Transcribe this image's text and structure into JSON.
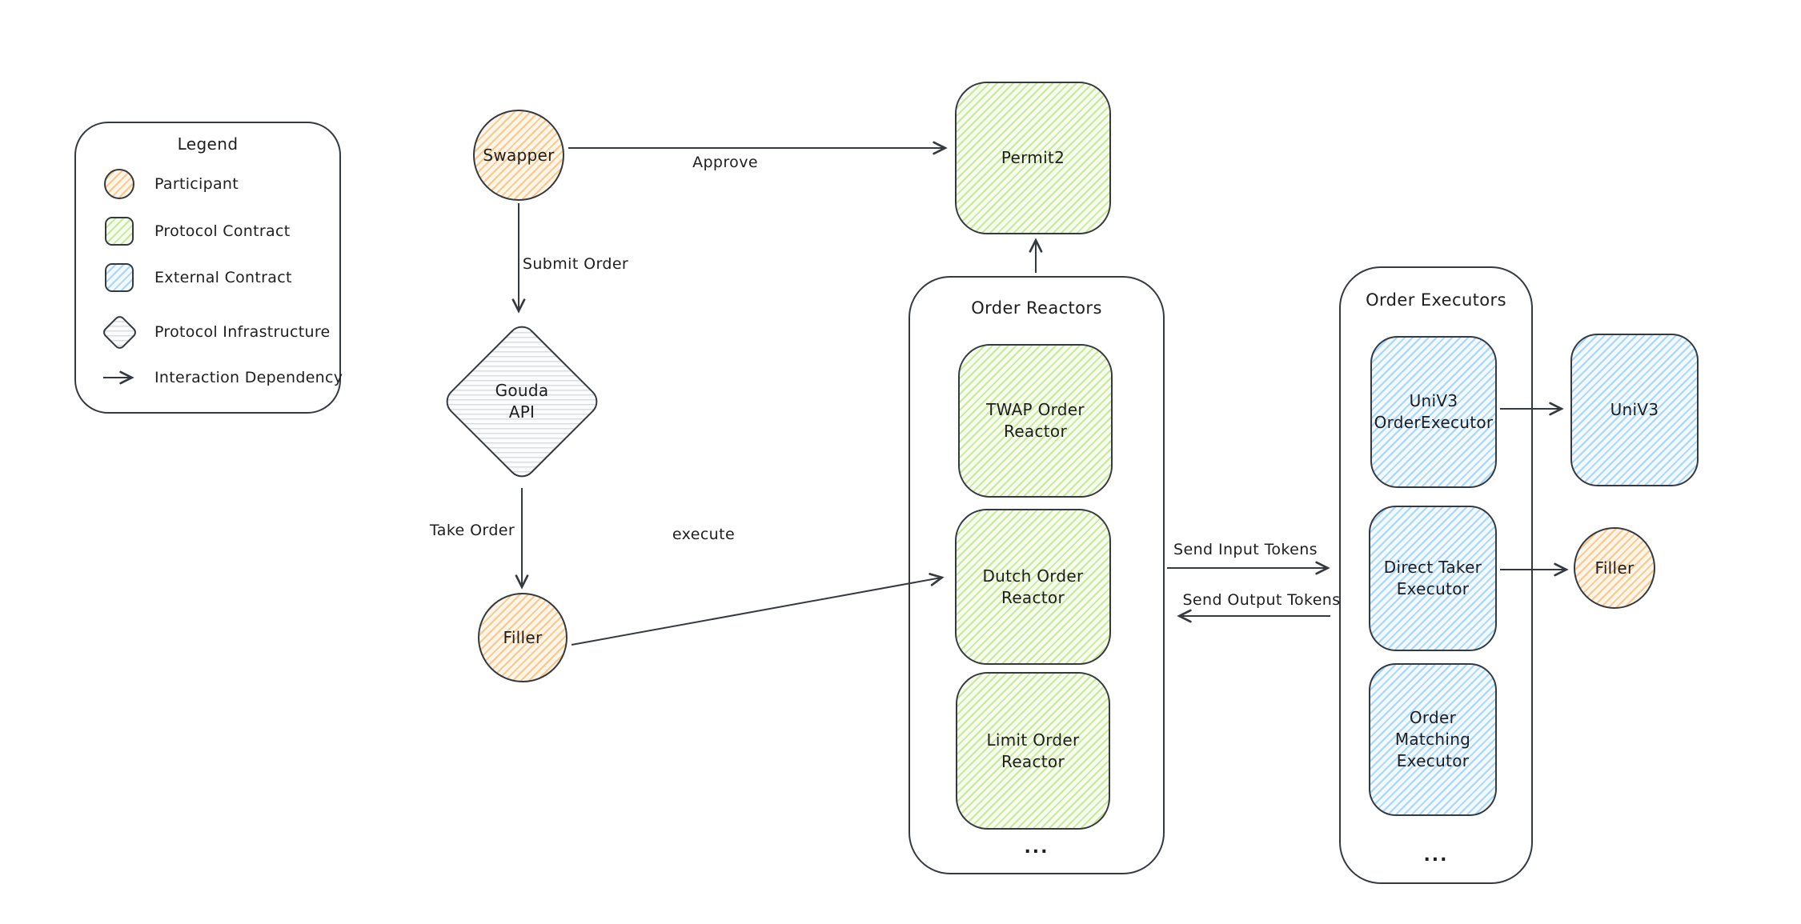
{
  "canvas": {
    "background": "#ffffff"
  },
  "colors": {
    "participant": "#f08c00",
    "protocol_contract": "#82c91e",
    "external_contract": "#4dabf7",
    "infrastructure": "#868e96",
    "stroke": "#343a40"
  },
  "legend": {
    "title": "Legend",
    "items": [
      {
        "label": "Participant",
        "swatch": "participant-circle"
      },
      {
        "label": "Protocol Contract",
        "swatch": "protocol-contract-square"
      },
      {
        "label": "External Contract",
        "swatch": "external-contract-square"
      },
      {
        "label": "Protocol Infrastructure",
        "swatch": "infrastructure-diamond"
      },
      {
        "label": "Interaction Dependency",
        "swatch": "arrow"
      }
    ]
  },
  "nodes": {
    "swapper": {
      "label": "Swapper",
      "type": "participant"
    },
    "permit2": {
      "label": "Permit2",
      "type": "protocol_contract"
    },
    "gouda_api": {
      "label": "Gouda\nAPI",
      "type": "infrastructure"
    },
    "filler_left": {
      "label": "Filler",
      "type": "participant"
    },
    "twap": {
      "label": "TWAP Order\nReactor",
      "type": "protocol_contract"
    },
    "dutch": {
      "label": "Dutch Order\nReactor",
      "type": "protocol_contract"
    },
    "limit": {
      "label": "Limit Order Reactor",
      "type": "protocol_contract"
    },
    "univ3_order_executor": {
      "label": "UniV3\nOrderExecutor",
      "type": "external_contract"
    },
    "direct_taker": {
      "label": "Direct Taker\nExecutor",
      "type": "external_contract"
    },
    "order_matching": {
      "label": "Order Matching\nExecutor",
      "type": "external_contract"
    },
    "univ3": {
      "label": "UniV3",
      "type": "external_contract"
    },
    "filler_right": {
      "label": "Filler",
      "type": "participant"
    }
  },
  "containers": {
    "order_reactors": {
      "title": "Order Reactors",
      "ellipsis": "..."
    },
    "order_executors": {
      "title": "Order Executors",
      "ellipsis": "..."
    }
  },
  "edges": {
    "approve": {
      "label": "Approve"
    },
    "submit_order": {
      "label": "Submit Order"
    },
    "take_order": {
      "label": "Take Order"
    },
    "execute": {
      "label": "execute"
    },
    "reactors_to_permit2": {
      "label": ""
    },
    "send_input_tokens": {
      "label": "Send Input Tokens"
    },
    "send_output_tokens": {
      "label": "Send Output Tokens"
    },
    "univ3_executor_to_univ3": {
      "label": ""
    },
    "direct_taker_to_filler": {
      "label": ""
    }
  }
}
